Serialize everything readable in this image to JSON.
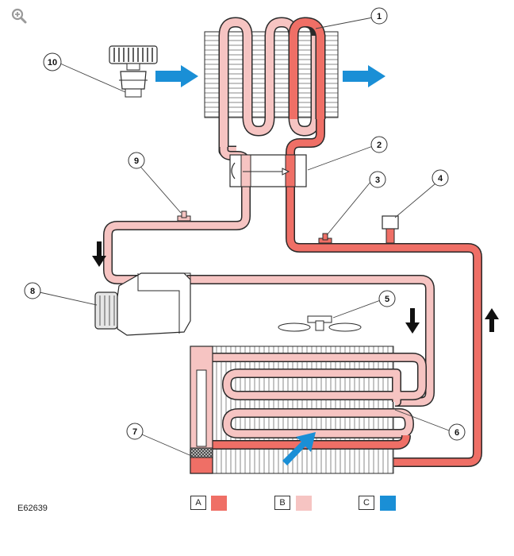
{
  "figure_id": "E62639",
  "colors": {
    "high_pressure": "#ef6f66",
    "low_pressure": "#f6c4c2",
    "air_flow": "#1a8fd6",
    "outline": "#2a2a2a"
  },
  "icons": {
    "zoom": "magnifier-plus-icon"
  },
  "callouts": [
    {
      "id": "1",
      "label": "1"
    },
    {
      "id": "2",
      "label": "2"
    },
    {
      "id": "3",
      "label": "3"
    },
    {
      "id": "4",
      "label": "4"
    },
    {
      "id": "5",
      "label": "5"
    },
    {
      "id": "6",
      "label": "6"
    },
    {
      "id": "7",
      "label": "7"
    },
    {
      "id": "8",
      "label": "8"
    },
    {
      "id": "9",
      "label": "9"
    },
    {
      "id": "10",
      "label": "10"
    }
  ],
  "legend": [
    {
      "key": "A",
      "color": "#ef6f66"
    },
    {
      "key": "B",
      "color": "#f6c4c2"
    },
    {
      "key": "C",
      "color": "#1a8fd6"
    }
  ]
}
